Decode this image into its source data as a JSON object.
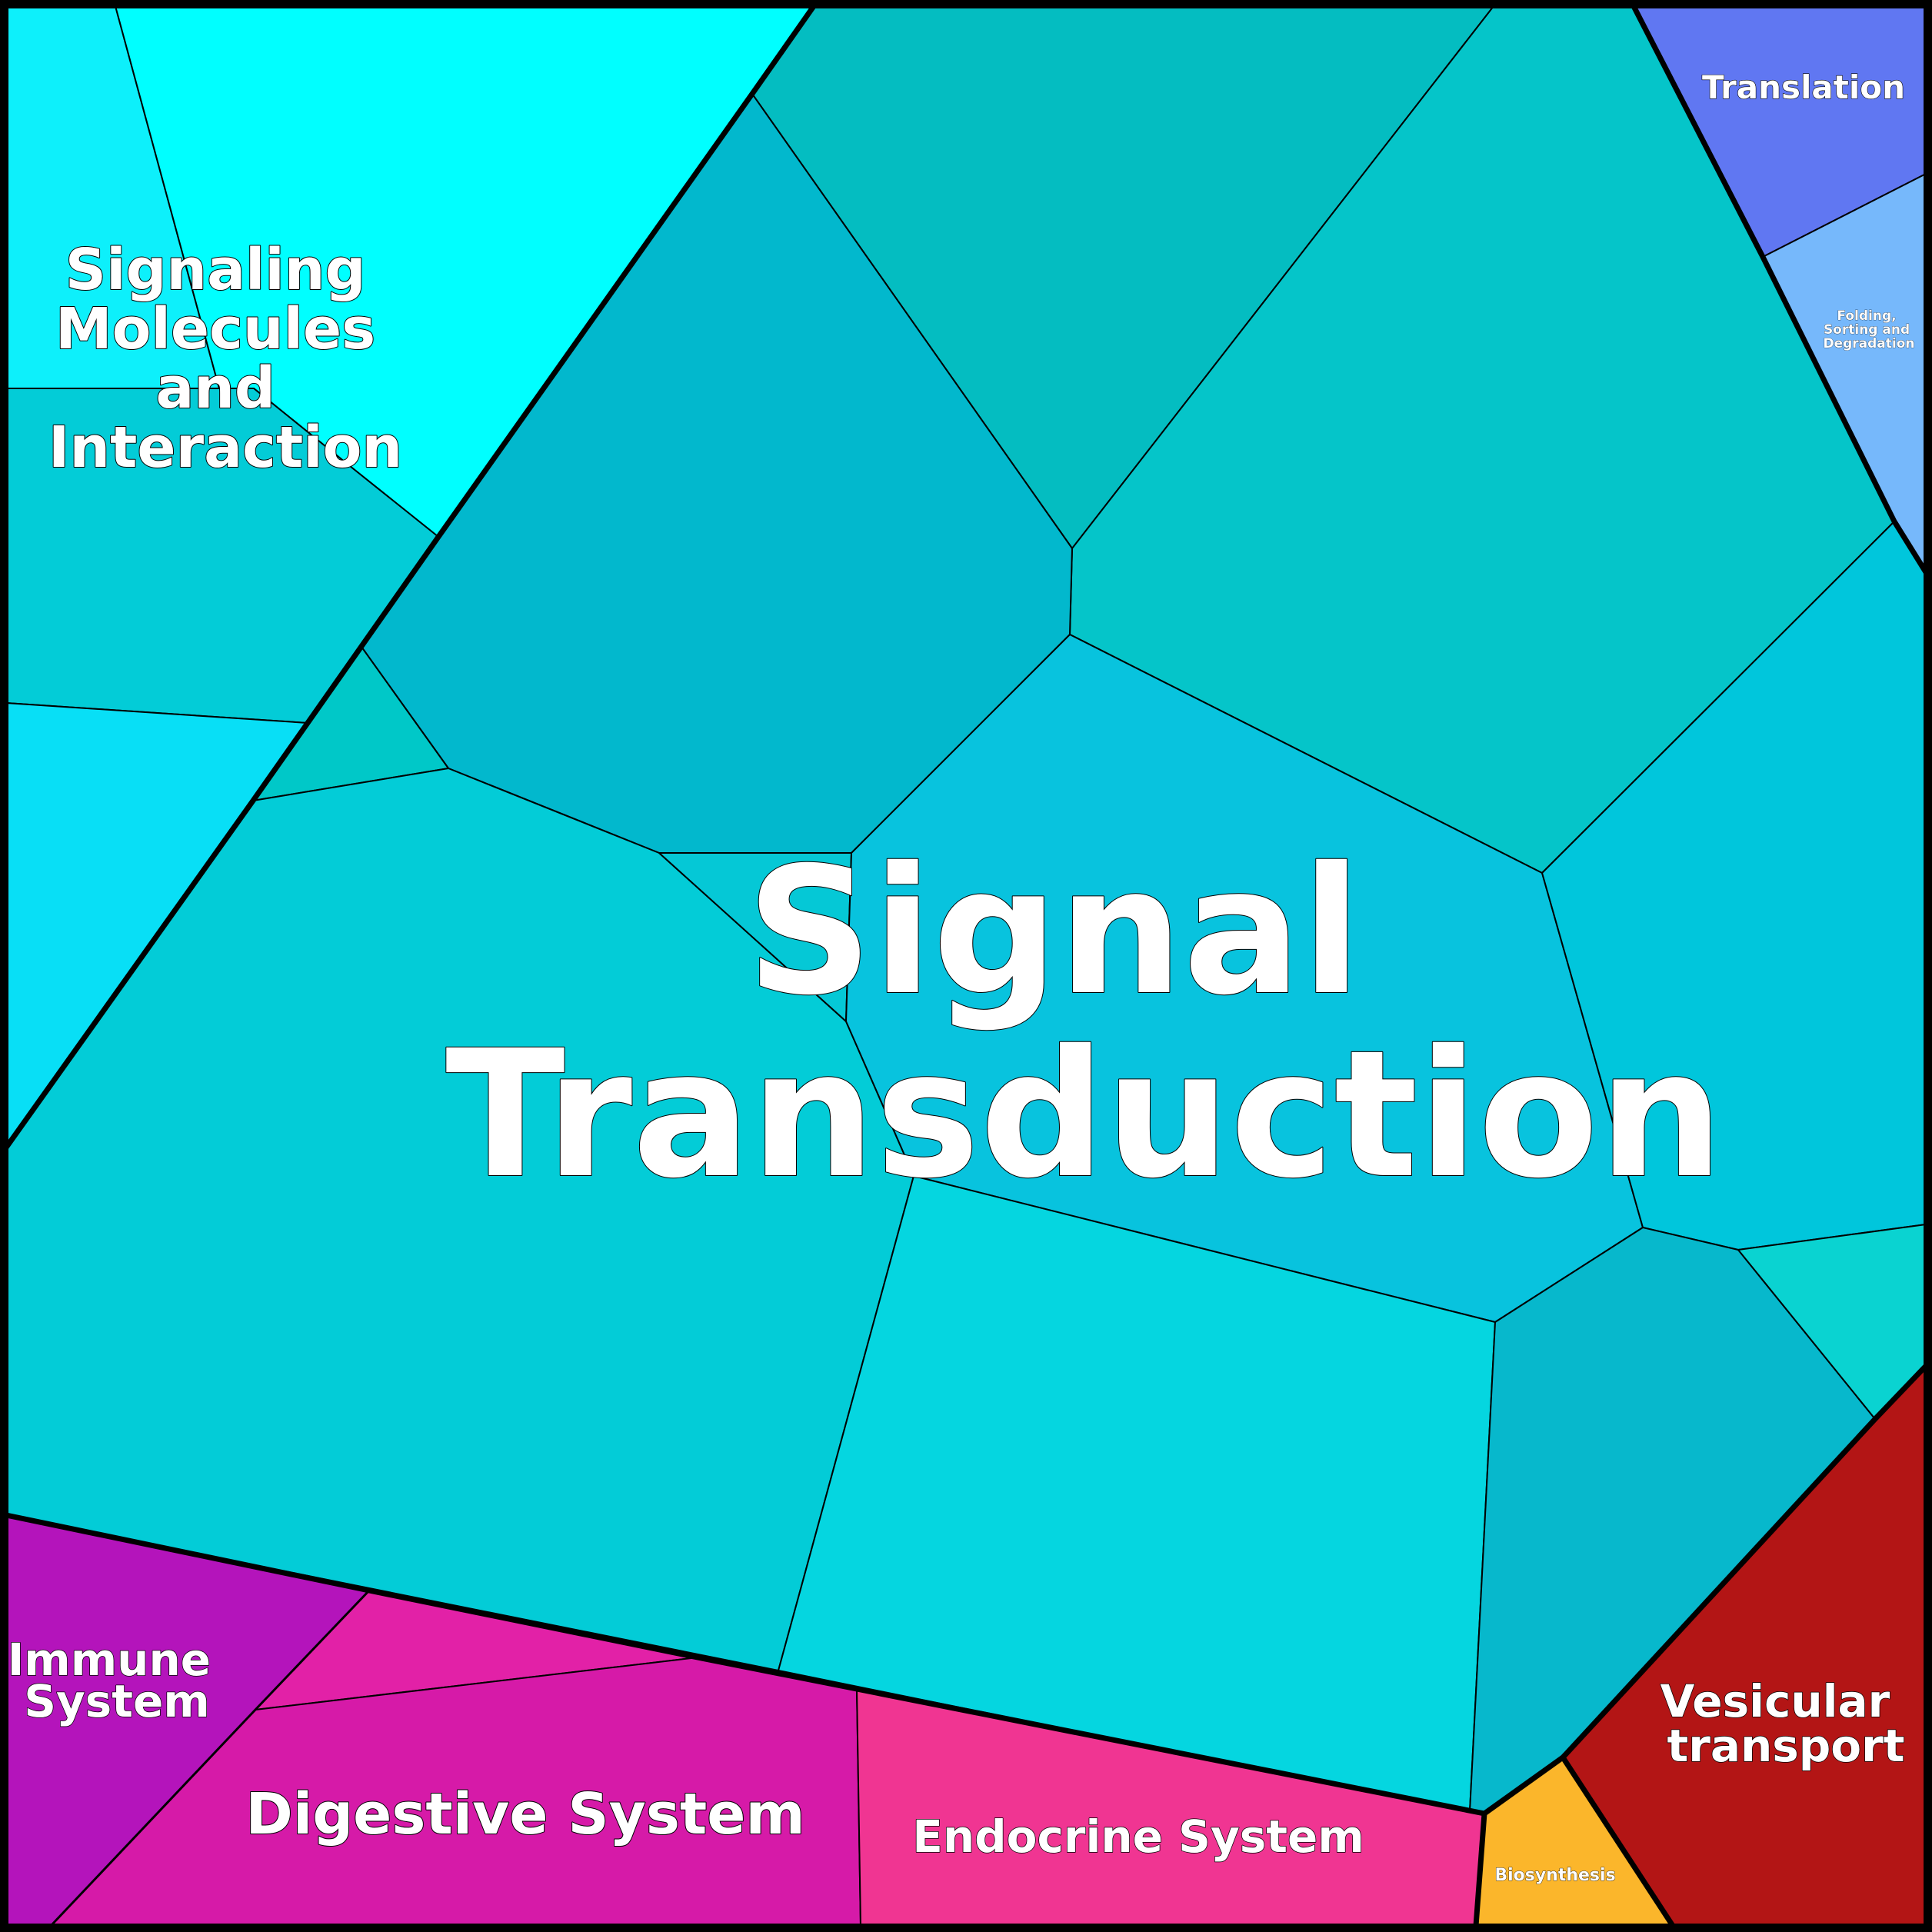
{
  "treemap": {
    "groups": [
      {
        "key": "signal_transduction",
        "label": "Signal Transduction",
        "color": "#05c7d8"
      },
      {
        "key": "signaling_molecules",
        "label": "Signaling Molecules and Interaction",
        "color": "#00ffff"
      },
      {
        "key": "translation",
        "label": "Translation",
        "color": "#6077f2"
      },
      {
        "key": "folding",
        "label": "Folding, Sorting and Degradation",
        "color": "#76b8fb"
      },
      {
        "key": "immune",
        "label": "Immune System",
        "color": "#b414bb"
      },
      {
        "key": "digestive",
        "label": "Digestive System",
        "color": "#d61aa8"
      },
      {
        "key": "endocrine",
        "label": "Endocrine System",
        "color": "#f03592"
      },
      {
        "key": "biosynthesis",
        "label": "Biosynthesis",
        "color": "#fbb62b"
      },
      {
        "key": "vesicular",
        "label": "Vesicular transport",
        "color": "#b31515"
      }
    ],
    "cell_colors": {
      "cyan_light": "#0df0fb",
      "cyan_bright": "#00ffff",
      "teal_dark": "#04bdc1",
      "teal_mid": "#05c5c9",
      "teal_blue": "#02b8cd",
      "teal_green": "#00c8c8",
      "cyan_sky": "#08dff6",
      "cyan_main": "#03ccd7",
      "cyan_center": "#08c3de",
      "cyan_right": "#00c6dc",
      "cyan_lower": "#05d6e0",
      "blue_lower": "#07b8cc",
      "turquoise": "#0ad3d1",
      "cyan_tri": "#05c8d6",
      "magenta_top": "#e221a7",
      "folding_blue": "#76b8fb",
      "border_black": "#000000"
    }
  }
}
